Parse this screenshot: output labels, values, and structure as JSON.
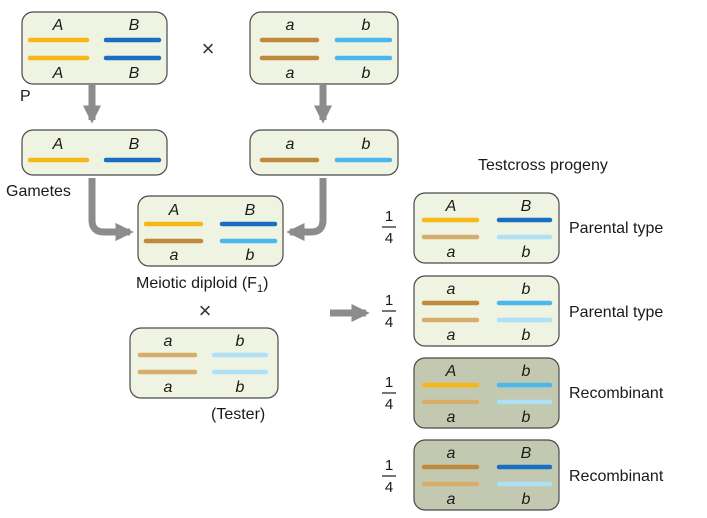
{
  "colors": {
    "A": "#f6b719",
    "B": "#1b6fc2",
    "a": "#c08a3c",
    "b": "#4ab8ee",
    "a_light": "#d7ad6b",
    "b_light": "#aee0f6",
    "box_fill": "#eef3e2",
    "recomb_fill": "#c3c9b0",
    "box_stroke": "#4a4a4a",
    "arrow": "#8c8c8c"
  },
  "labels": {
    "p": "P",
    "gametes": "Gametes",
    "f1": "Meiotic diploid (F",
    "f1_sub": "1",
    "f1_close": ")",
    "tester": "(Tester)",
    "progeny_title": "Testcross progeny",
    "cross": "×"
  },
  "alleles": {
    "A": "A",
    "B": "B",
    "a": "a",
    "b": "b"
  },
  "progeny": [
    {
      "num": "1",
      "den": "4",
      "top": [
        "A",
        "B"
      ],
      "bottom": [
        "a",
        "b"
      ],
      "type": "Parental type"
    },
    {
      "num": "1",
      "den": "4",
      "top": [
        "a",
        "b"
      ],
      "bottom": [
        "a",
        "b"
      ],
      "type": "Parental type"
    },
    {
      "num": "1",
      "den": "4",
      "top": [
        "A",
        "b"
      ],
      "bottom": [
        "a",
        "b"
      ],
      "type": "Recombinant"
    },
    {
      "num": "1",
      "den": "4",
      "top": [
        "a",
        "B"
      ],
      "bottom": [
        "a",
        "b"
      ],
      "type": "Recombinant"
    }
  ]
}
